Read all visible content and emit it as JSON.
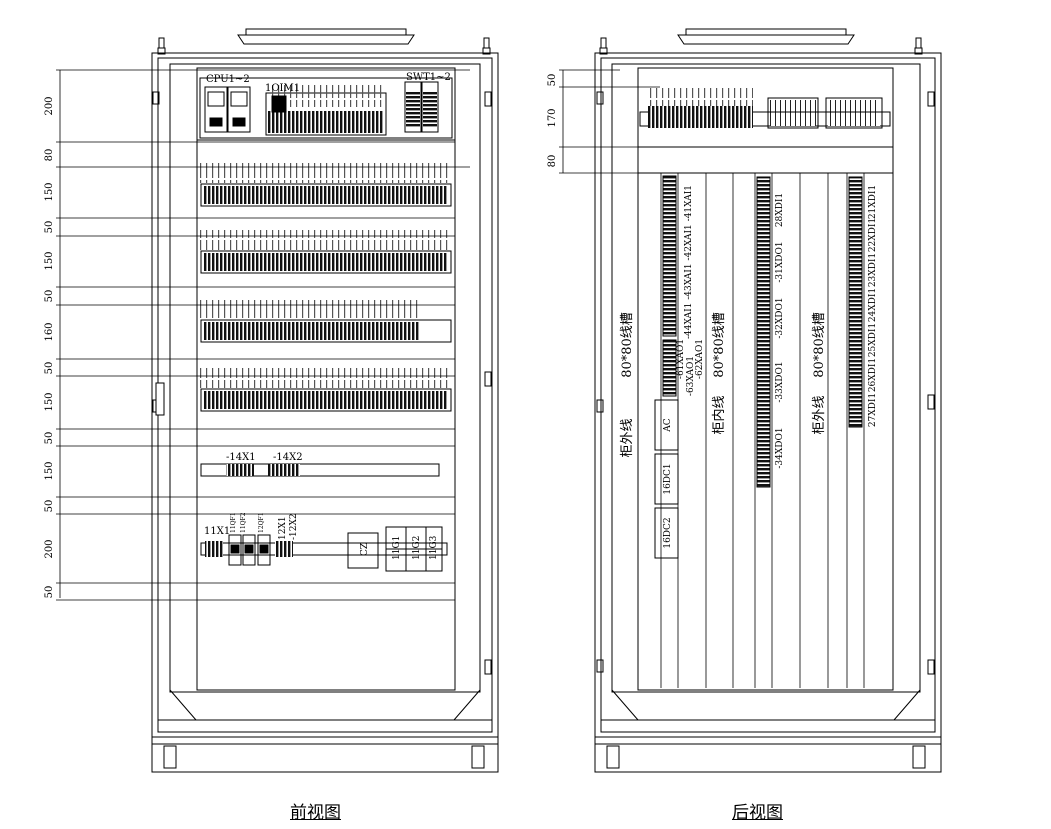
{
  "front": {
    "caption": "前视图",
    "dims": [
      "200",
      "80",
      "150",
      "50",
      "150",
      "50",
      "160",
      "50",
      "150",
      "50",
      "150",
      "50",
      "200",
      "50"
    ],
    "labels": {
      "cpu": "CPU1~2",
      "io": "1OIM1",
      "swt": "SWT1~2",
      "x14_1": "-14X1",
      "x14_2": "-14X2",
      "x11": "11X1",
      "qf1": "11QF1",
      "qf2": "11QF2",
      "qf3": "12QF1",
      "x12_1": "12X1",
      "x12_2": "-12X2",
      "cz": "CZ",
      "g1": "11G1",
      "g2": "11G2",
      "g3": "11G3"
    }
  },
  "back": {
    "caption": "后视图",
    "dims": [
      "50",
      "170",
      "80"
    ],
    "labels": {
      "left_ext": "柜外线",
      "left_duct": "80*80线槽",
      "mid_int": "柜内线",
      "mid_duct": "80*80线槽",
      "right_ext": "柜外线",
      "right_duct": "80*80线槽",
      "ai": "-44XAI1 -43XAI1 -42XAI1 -41XAI1",
      "ao1": "-61XAO1",
      "ao2": "-62XAO1",
      "ao3": "-63XAO1",
      "ac": "AC",
      "dc1": "16DC1",
      "dc2": "16DC2",
      "do28": "28XDI1",
      "do31": "-31XDO1",
      "do32": "-32XDO1",
      "do33": "-33XDO1",
      "do34": "-34XDO1",
      "di21": "21XDI1",
      "di22": "22XDI1",
      "di23": "23XDI1",
      "di24": "24XDI1",
      "di25": "25XDI1",
      "di26": "26XDI1",
      "di27": "27XDI1"
    }
  }
}
